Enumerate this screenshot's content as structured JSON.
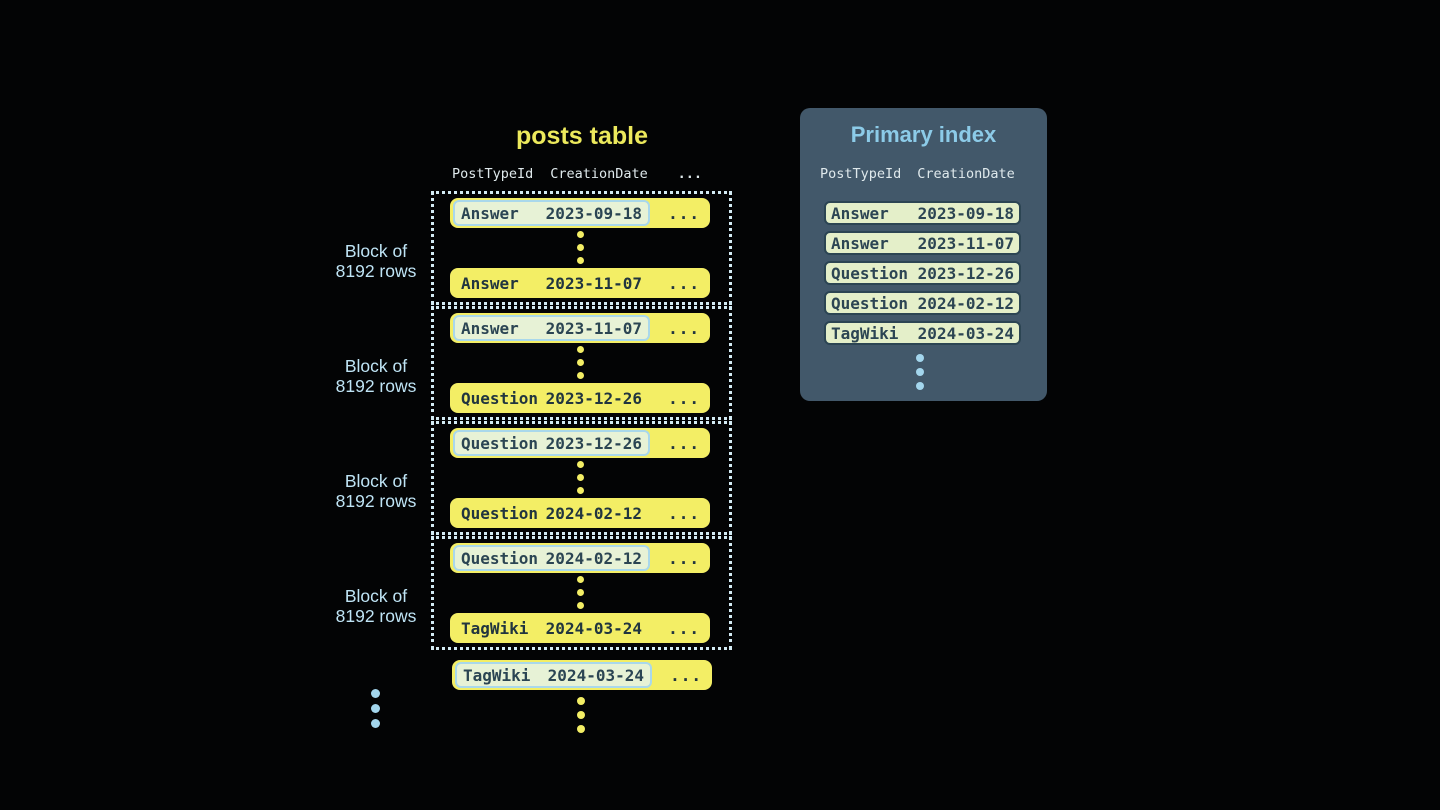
{
  "colors": {
    "background": "#030405",
    "accent_yellow": "#f3ee65",
    "title_yellow": "#ece95c",
    "highlight_green": "#e7f2d6",
    "highlight_border_blue": "#a9d8eb",
    "label_blue": "#bfe4f5",
    "dot_blue": "#a3d6ed",
    "panel_slate": "#42586a",
    "panel_title_blue": "#8ccbe8",
    "header_text": "#dfe9ec",
    "row_text_dark": "#21353f",
    "index_row_green": "#e4efc9",
    "index_row_border": "#2c4553",
    "dotted_block_border": "#d3ebf4"
  },
  "posts_table": {
    "title": "posts table",
    "headers": {
      "col1": "PostTypeId",
      "col2": "CreationDate",
      "col3": "..."
    },
    "ellipsis": "...",
    "blocks": [
      {
        "label_line1": "Block of",
        "label_line2": "8192 rows",
        "first": {
          "type": "Answer",
          "date": "2023-09-18"
        },
        "last": {
          "type": "Answer",
          "date": "2023-11-07"
        }
      },
      {
        "label_line1": "Block of",
        "label_line2": "8192 rows",
        "first": {
          "type": "Answer",
          "date": "2023-11-07"
        },
        "last": {
          "type": "Question",
          "date": "2023-12-26"
        }
      },
      {
        "label_line1": "Block of",
        "label_line2": "8192 rows",
        "first": {
          "type": "Question",
          "date": "2023-12-26"
        },
        "last": {
          "type": "Question",
          "date": "2024-02-12"
        }
      },
      {
        "label_line1": "Block of",
        "label_line2": "8192 rows",
        "first": {
          "type": "Question",
          "date": "2024-02-12"
        },
        "last": {
          "type": "TagWiki",
          "date": "2024-03-24"
        }
      }
    ],
    "overflow_row": {
      "type": "TagWiki",
      "date": "2024-03-24"
    }
  },
  "primary_index": {
    "title": "Primary index",
    "headers": {
      "col1": "PostTypeId",
      "col2": "CreationDate"
    },
    "rows": [
      {
        "type": "Answer",
        "date": "2023-09-18"
      },
      {
        "type": "Answer",
        "date": "2023-11-07"
      },
      {
        "type": "Question",
        "date": "2023-12-26"
      },
      {
        "type": "Question",
        "date": "2024-02-12"
      },
      {
        "type": "TagWiki",
        "date": "2024-03-24"
      }
    ]
  }
}
